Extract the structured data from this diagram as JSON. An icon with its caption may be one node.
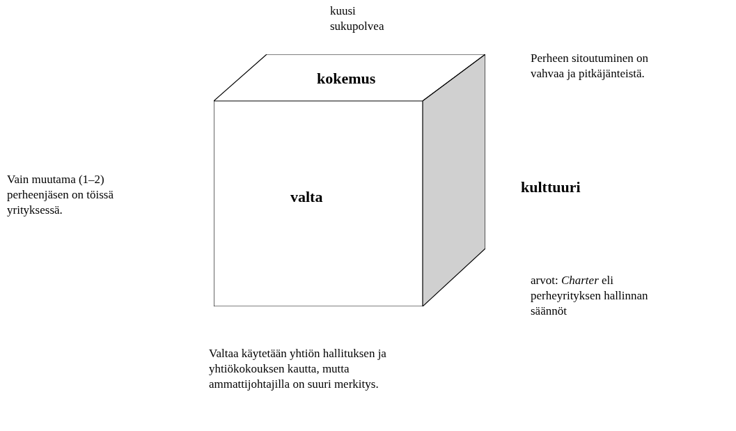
{
  "diagram": {
    "nodes": [
      {
        "text": [
          "kokemus"
        ]
      },
      {
        "text": [
          "valta"
        ]
      },
      {
        "text": [],
        "shape": "box"
      }
    ],
    "labels": [
      "kuusi sukupolvea",
      "Perheen sitoutuminen on vahvaa ja pitkäjänteistä.",
      "Vain muutama (1–2) perheenjäsen on töissä yrityksessä.",
      "kulttuuri",
      "arvot: *Charter* eli perheyrityksen hallinnan säännöt",
      "Valtaa käytetään yhtiön hallituksen ja yhtiökokouksen kautta, mutta ammattijohtajilla on suuri merkitys."
    ]
  }
}
